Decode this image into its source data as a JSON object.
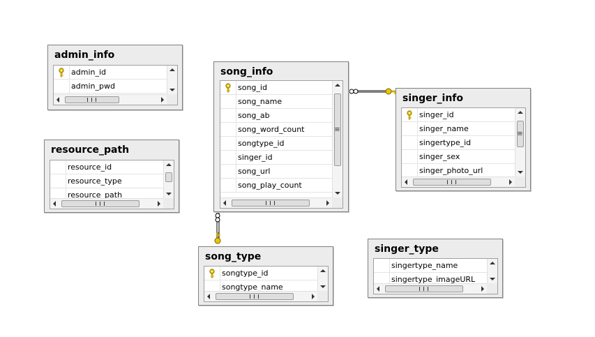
{
  "tables": {
    "admin_info": {
      "name": "admin_info",
      "columns": [
        {
          "name": "admin_id",
          "pk": true
        },
        {
          "name": "admin_pwd",
          "pk": false
        }
      ]
    },
    "resource_path": {
      "name": "resource_path",
      "columns": [
        {
          "name": "resource_id",
          "pk": false
        },
        {
          "name": "resource_type",
          "pk": false
        },
        {
          "name": "resource_path",
          "pk": false
        }
      ]
    },
    "song_info": {
      "name": "song_info",
      "columns": [
        {
          "name": "song_id",
          "pk": true
        },
        {
          "name": "song_name",
          "pk": false
        },
        {
          "name": "song_ab",
          "pk": false
        },
        {
          "name": "song_word_count",
          "pk": false
        },
        {
          "name": "songtype_id",
          "pk": false
        },
        {
          "name": "singer_id",
          "pk": false
        },
        {
          "name": "song_url",
          "pk": false
        },
        {
          "name": "song_play_count",
          "pk": false
        }
      ]
    },
    "singer_info": {
      "name": "singer_info",
      "columns": [
        {
          "name": "singer_id",
          "pk": true
        },
        {
          "name": "singer_name",
          "pk": false
        },
        {
          "name": "singertype_id",
          "pk": false
        },
        {
          "name": "singer_sex",
          "pk": false
        },
        {
          "name": "singer_photo_url",
          "pk": false
        }
      ]
    },
    "song_type": {
      "name": "song_type",
      "columns": [
        {
          "name": "songtype_id",
          "pk": true
        },
        {
          "name": "songtype_name",
          "pk": false
        }
      ]
    },
    "singer_type": {
      "name": "singer_type",
      "columns": [
        {
          "name": "singertype_name",
          "pk": false
        },
        {
          "name": "singertype_imageURL",
          "pk": false
        }
      ]
    }
  },
  "relationships": [
    {
      "from": "song_info",
      "to": "singer_info",
      "many_end": "song_info",
      "one_end": "singer_info"
    },
    {
      "from": "song_info",
      "to": "song_type",
      "many_end": "song_info",
      "one_end": "song_type"
    }
  ],
  "colors": {
    "key": "#e8c800",
    "border": "#808080",
    "panel": "#ececec"
  },
  "icons": {
    "primary_key": "key-icon",
    "relationship_many": "infinity-icon"
  }
}
